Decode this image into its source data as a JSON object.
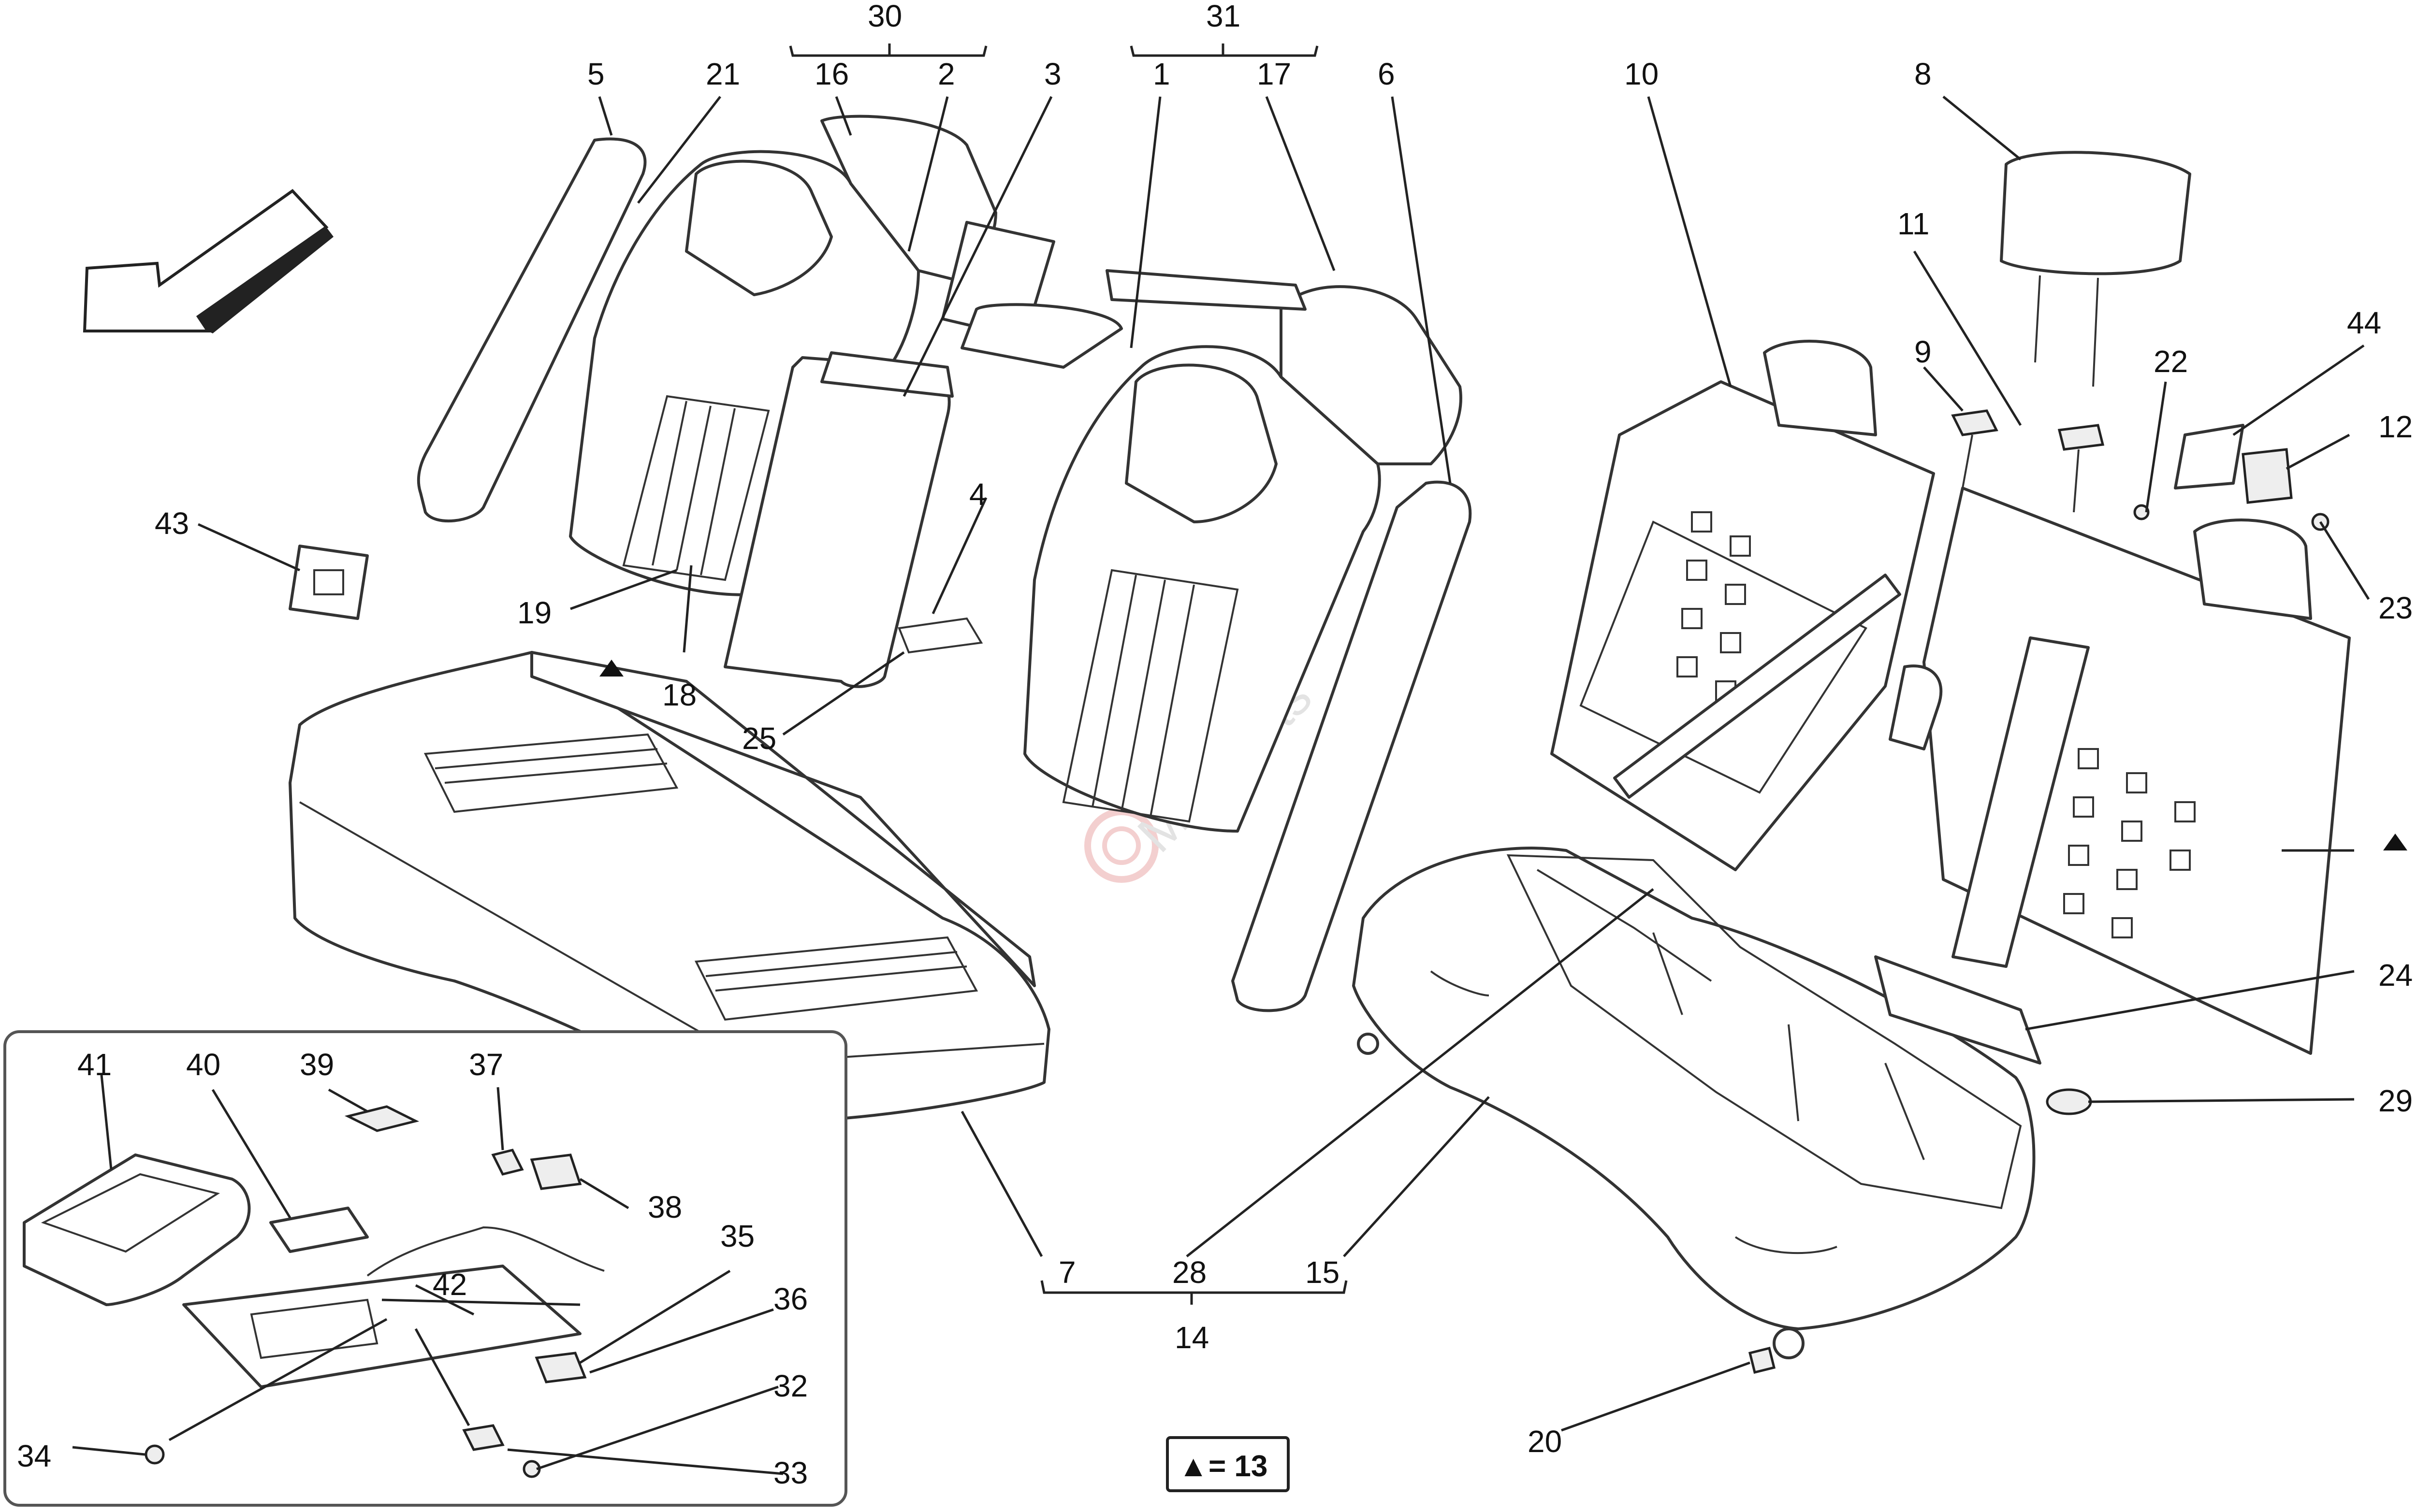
{
  "callouts": {
    "c1": "1",
    "c2": "2",
    "c3": "3",
    "c4": "4",
    "c5": "5",
    "c6": "6",
    "c7": "7",
    "c8": "8",
    "c9": "9",
    "c10": "10",
    "c11": "11",
    "c12": "12",
    "c14": "14",
    "c15": "15",
    "c16": "16",
    "c17": "17",
    "c18": "18",
    "c19": "19",
    "c20": "20",
    "c21": "21",
    "c22": "22",
    "c23": "23",
    "c24": "24",
    "c25": "25",
    "c28": "28",
    "c29": "29",
    "c30": "30",
    "c31": "31",
    "c32": "32",
    "c33": "33",
    "c34": "34",
    "c35": "35",
    "c36": "36",
    "c37": "37",
    "c38": "38",
    "c39": "39",
    "c40": "40",
    "c41": "41",
    "c42": "42",
    "c43": "43",
    "c44": "44"
  },
  "legend": {
    "symbol": "▲",
    "text": "= 13"
  },
  "watermark": {
    "brand": "Maxparts"
  },
  "colors": {
    "line": "#222222",
    "part_fill": "#ffffff",
    "watermark": "#d0d0d0"
  },
  "icons": {
    "direction": "arrow-icon",
    "triangle": "triangle-marker-icon"
  }
}
